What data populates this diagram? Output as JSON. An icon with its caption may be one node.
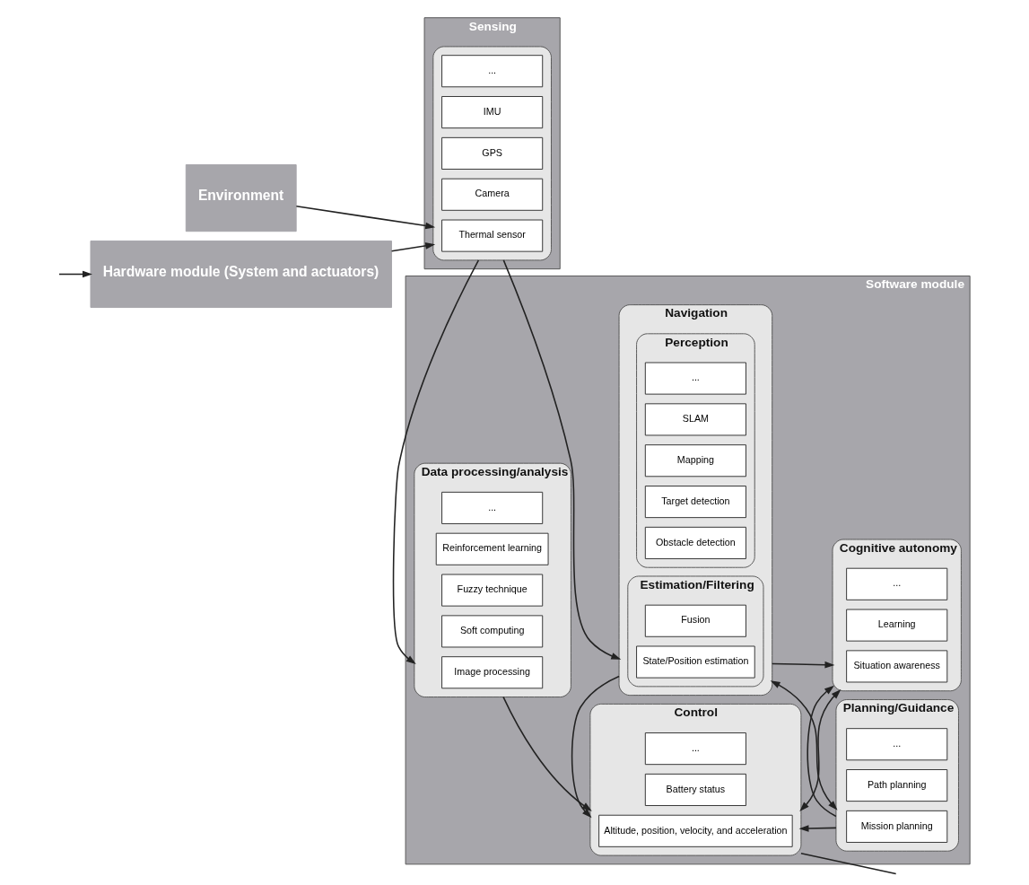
{
  "diagram": {
    "nodes": [
      {
        "text": [
          "Environment"
        ]
      },
      {
        "text": [
          "Sensing"
        ]
      },
      {
        "text": [],
        "shape": "box",
        "in": 1
      },
      {
        "text": [
          "..."
        ],
        "in": 2
      },
      {
        "text": [
          "IMU"
        ],
        "in": 2
      },
      {
        "text": [
          "GPS"
        ],
        "in": 2
      },
      {
        "text": [
          "Camera"
        ],
        "in": 2
      },
      {
        "text": [
          "Thermal sensor"
        ],
        "in": 2
      },
      {
        "text": [
          "Software module"
        ]
      },
      {
        "text": [
          "Navigation"
        ],
        "in": 8
      },
      {
        "text": [
          "Perception"
        ],
        "in": 9
      },
      {
        "text": [
          "..."
        ],
        "in": 10
      },
      {
        "text": [
          "SLAM"
        ],
        "in": 10
      },
      {
        "text": [
          "Mapping"
        ],
        "in": 10
      },
      {
        "text": [
          "Target detection"
        ],
        "in": 10
      },
      {
        "text": [
          "Obstacle detection"
        ],
        "in": 10
      },
      {
        "text": [
          "Estimation/Filtering"
        ],
        "in": 9
      },
      {
        "text": [
          "Fusion"
        ],
        "in": 16
      },
      {
        "text": [
          "State/Position estimation"
        ],
        "in": 16
      },
      {
        "text": [
          "Planning/Guidance"
        ],
        "in": 8
      },
      {
        "text": [
          "..."
        ],
        "in": 19
      },
      {
        "text": [
          "Path planning"
        ],
        "in": 19
      },
      {
        "text": [
          "Mission planning"
        ],
        "in": 19
      },
      {
        "text": [
          "Hardware module (System and actuators)"
        ]
      },
      {
        "text": [
          "Data processing/analysis"
        ],
        "in": 8
      },
      {
        "text": [
          "..."
        ],
        "in": 24
      },
      {
        "text": [
          "Reinforcement learning"
        ],
        "in": 24
      },
      {
        "text": [
          "Fuzzy technique"
        ],
        "in": 24
      },
      {
        "text": [
          "Soft computing"
        ],
        "in": 24
      },
      {
        "text": [
          "Image processing"
        ],
        "in": 24
      },
      {
        "text": [
          "Control"
        ],
        "in": 8
      },
      {
        "text": [
          "..."
        ],
        "in": 30
      },
      {
        "text": [
          "Battery status"
        ],
        "in": 30
      },
      {
        "text": [
          "Altitude, position, velocity, and acceleration"
        ],
        "in": 30
      },
      {
        "text": [
          "Cognitive autonomy"
        ],
        "in": 8
      },
      {
        "text": [
          "..."
        ],
        "in": 34
      },
      {
        "text": [
          "Learning"
        ],
        "in": 34
      },
      {
        "text": [
          "Situation awareness"
        ],
        "in": 34
      }
    ],
    "edges": [
      {
        "from": 0,
        "to": 2,
        "arrow": "to"
      },
      {
        "from": 2,
        "to": 9,
        "arrow": "to"
      },
      {
        "from": 9,
        "to": 19,
        "arrow": "both"
      },
      {
        "from": 9,
        "to": 30,
        "arrow": "to"
      },
      {
        "from": 9,
        "to": 34,
        "arrow": "to"
      },
      {
        "from": 19,
        "to": 30,
        "arrow": "to"
      },
      {
        "from": 19,
        "to": 34,
        "arrow": "to"
      },
      {
        "from": 2,
        "to": 24,
        "arrow": "to"
      },
      {
        "from": 23,
        "to": 2,
        "arrow": "to"
      },
      {
        "from": 24,
        "to": 30,
        "arrow": "to"
      },
      {
        "from": 30,
        "to": 34,
        "arrow": "both"
      },
      {
        "from": null,
        "to": 23,
        "arrow": "to"
      },
      {
        "from": 30,
        "to": null,
        "arrow": "none"
      }
    ]
  }
}
